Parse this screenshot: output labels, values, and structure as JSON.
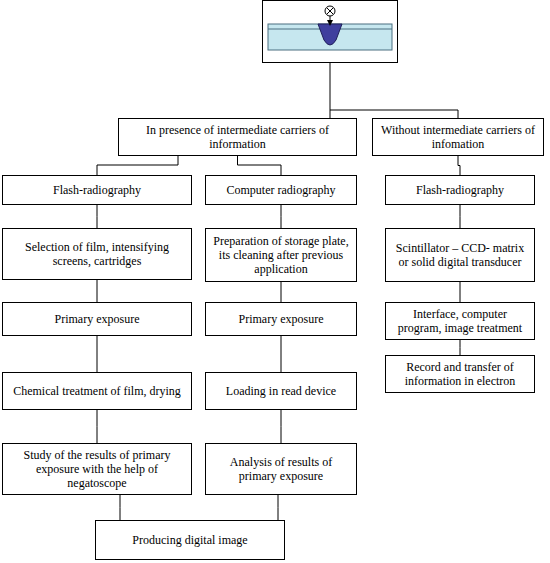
{
  "diagram": {
    "nodes": [
      {
        "text": [
          "In presence of intermediate carriers of information"
        ]
      },
      {
        "text": [
          "Without intermediate carriers of infomation"
        ]
      },
      {
        "text": [
          "Flash-radiography"
        ]
      },
      {
        "text": [
          "Computer radiography"
        ]
      },
      {
        "text": [
          "Flash-radiography"
        ]
      },
      {
        "text": [
          "Selection of film, intensifying screens, cartridges"
        ]
      },
      {
        "text": [
          "Preparation of storage plate, its cleaning after previous application"
        ]
      },
      {
        "text": [
          "Scintillator – CCD- matrix or solid digital transducer"
        ]
      },
      {
        "text": [
          "Primary exposure"
        ]
      },
      {
        "text": [
          "Primary exposure"
        ]
      },
      {
        "text": [
          "Interface, computer program, image treatment"
        ]
      },
      {
        "text": [
          "Chemical treatment of film, drying"
        ]
      },
      {
        "text": [
          "Loading in read device"
        ]
      },
      {
        "text": [
          "Record and transfer of information in electron"
        ]
      },
      {
        "text": [
          "Study of the results of primary exposure with the help of negatoscope"
        ]
      },
      {
        "text": [
          "Analysis of results of primary exposure"
        ]
      },
      {
        "text": [
          "Producing digital image"
        ]
      }
    ],
    "edges": [
      {
        "from": 0,
        "to": 2,
        "arrow": "none"
      },
      {
        "from": 0,
        "to": 3,
        "arrow": "none"
      },
      {
        "from": 1,
        "to": 4,
        "arrow": "none"
      },
      {
        "from": 2,
        "to": 5,
        "arrow": "none"
      },
      {
        "from": 3,
        "to": 6,
        "arrow": "none"
      },
      {
        "from": 4,
        "to": 7,
        "arrow": "none"
      },
      {
        "from": 5,
        "to": 8,
        "arrow": "none"
      },
      {
        "from": 6,
        "to": 9,
        "arrow": "none"
      },
      {
        "from": 7,
        "to": 10,
        "arrow": "none"
      },
      {
        "from": 8,
        "to": 11,
        "arrow": "none"
      },
      {
        "from": 9,
        "to": 12,
        "arrow": "none"
      },
      {
        "from": 10,
        "to": 13,
        "arrow": "none"
      },
      {
        "from": 11,
        "to": 14,
        "arrow": "none"
      },
      {
        "from": 12,
        "to": 15,
        "arrow": "none"
      },
      {
        "from": 14,
        "to": 16,
        "arrow": "none"
      },
      {
        "from": 15,
        "to": 16,
        "arrow": "none"
      }
    ]
  }
}
